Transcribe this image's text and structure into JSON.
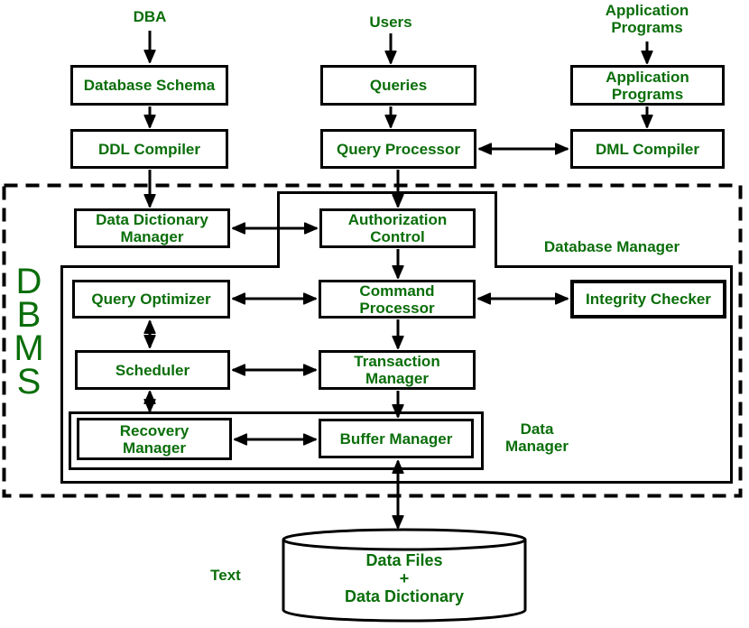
{
  "colors": {
    "green": "#0a6e0a",
    "black": "#000000",
    "background": "#ffffff"
  },
  "labels": {
    "dba": "DBA",
    "users": "Users",
    "application_programs": "Application\nPrograms",
    "dbms": "D\nB\nM\nS",
    "database_manager": "Database Manager",
    "data_manager": "Data\nManager",
    "caption": "Text"
  },
  "nodes": {
    "database_schema": "Database Schema",
    "queries": "Queries",
    "application_programs": "Application\nPrograms",
    "ddl_compiler": "DDL Compiler",
    "query_processor": "Query Processor",
    "dml_compiler": "DML Compiler",
    "data_dictionary_manager": "Data Dictionary\nManager",
    "authorization_control": "Authorization\nControl",
    "query_optimizer": "Query Optimizer",
    "command_processor": "Command\nProcessor",
    "integrity_checker": "Integrity Checker",
    "scheduler": "Scheduler",
    "transaction_manager": "Transaction\nManager",
    "recovery_manager": "Recovery\nManager",
    "buffer_manager": "Buffer Manager"
  },
  "storage": {
    "label": "Data Files\n+\nData Dictionary"
  }
}
